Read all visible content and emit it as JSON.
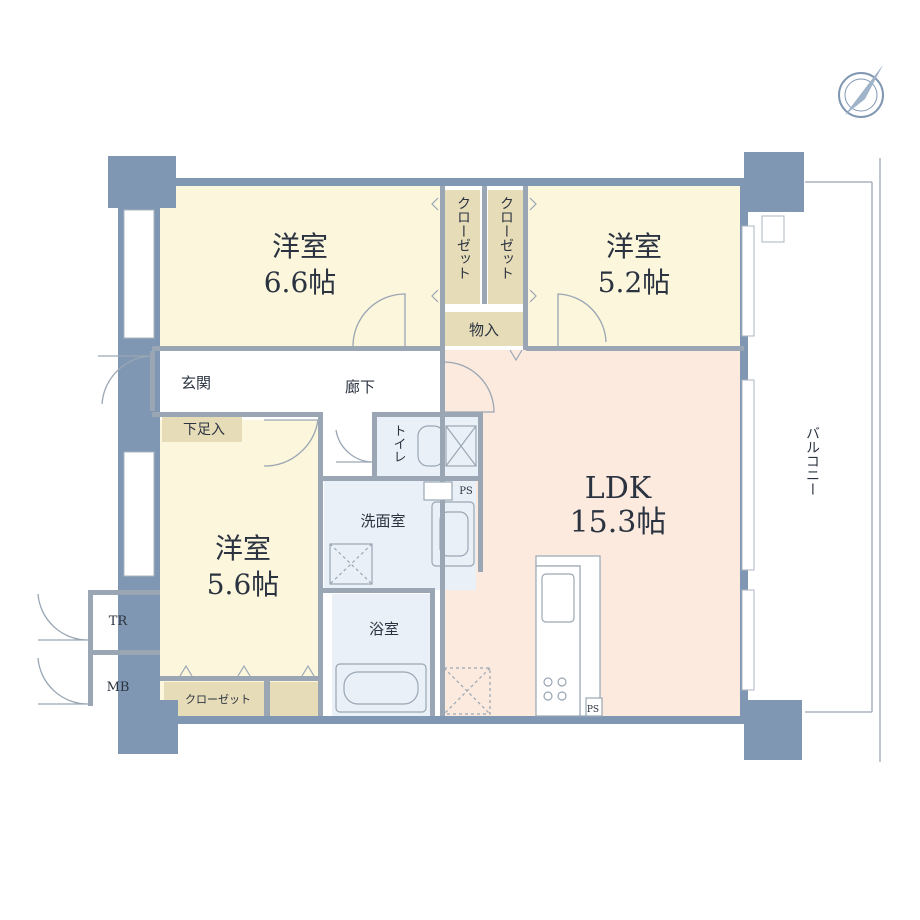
{
  "rooms": {
    "western_a": {
      "name": "洋室",
      "size": "6.6帖"
    },
    "western_b": {
      "name": "洋室",
      "size": "5.2帖"
    },
    "western_c": {
      "name": "洋室",
      "size": "5.6帖"
    },
    "ldk": {
      "name": "LDK",
      "size": "15.3帖"
    }
  },
  "labels": {
    "closet_a": "クローゼット",
    "closet_b": "クローゼット",
    "closet_c": "クローゼット",
    "storage": "物入",
    "entrance": "玄関",
    "shoe_storage": "下足入",
    "hallway": "廊下",
    "toilet": "トイレ",
    "washroom": "洗面室",
    "bathroom": "浴室",
    "ps_1": "PS",
    "ps_2": "PS",
    "tr": "TR",
    "mb": "MB",
    "balcony": "バルコニー"
  },
  "colors": {
    "wall": "#7f97b2",
    "western_room": "#fbf6dc",
    "ldk": "#fbeadd",
    "wet_area": "#e9f0f7",
    "closet": "#e6dcb8",
    "hall": "#ffffff",
    "line": "#9aa6b4"
  },
  "icons": {
    "compass": "compass-north-icon"
  }
}
